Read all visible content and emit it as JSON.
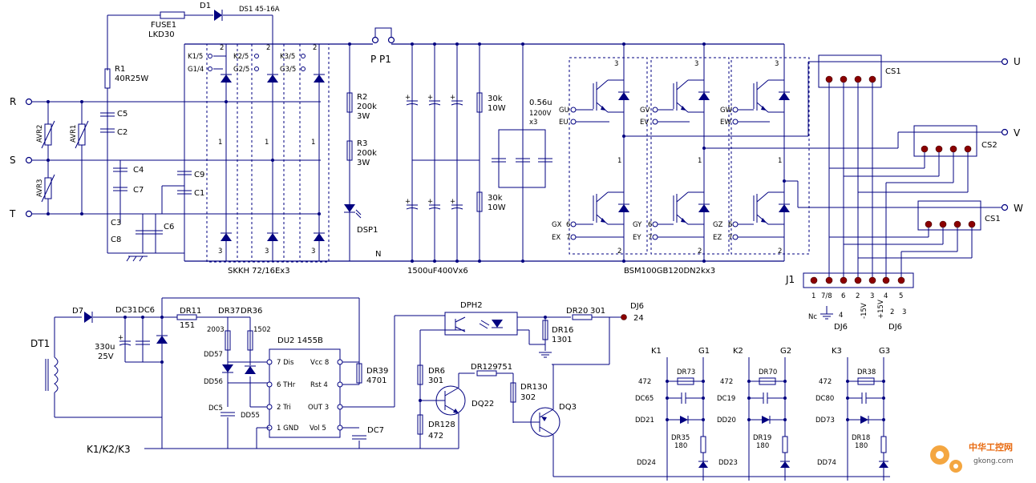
{
  "colors": {
    "wire": "#000080",
    "text": "#000000",
    "connector_pin": "#8b0000",
    "watermark": "#f07f10"
  },
  "power": {
    "inputs": [
      "R",
      "S",
      "T"
    ],
    "outputs": [
      "U",
      "V",
      "W"
    ],
    "fuse": {
      "name": "FUSE1",
      "value": "LKD30"
    },
    "diode": {
      "name": "D1",
      "value": "DS1  45-16A"
    },
    "resistor_r1": {
      "name": "R1",
      "value": "40R25W"
    },
    "varistors": [
      "AVR2",
      "AVR1",
      "AVR3"
    ],
    "caps": [
      "C5",
      "C2",
      "C4",
      "C7",
      "C3",
      "C8",
      "C6",
      "C9",
      "C1"
    ],
    "rectifier_pins": [
      "K1/5",
      "G1/4",
      "K2/5",
      "G2/5",
      "K3/5",
      "G3/5"
    ],
    "rectifier_label": "SKKH  72/16Ex3",
    "bleeders": [
      {
        "name": "R2",
        "value": "200k",
        "power": "3W"
      },
      {
        "name": "R3",
        "value": "200k",
        "power": "3W"
      }
    ],
    "led": "DSP1",
    "terminal_p": "P  P1",
    "node_n": "N",
    "bank_resistors": [
      {
        "value": "30k",
        "power": "10W"
      },
      {
        "value": "30k",
        "power": "10W"
      }
    ],
    "snubber": {
      "value": "0.56u",
      "voltage": "1200V",
      "count": "x3"
    },
    "bank_label": "1500uF400Vx6",
    "igbt_pins_top": [
      "GU",
      "EU",
      "GV",
      "EV",
      "GW",
      "EW"
    ],
    "igbt_pins_bottom": [
      "GX",
      "EX",
      "GY",
      "EY",
      "GZ",
      "EZ"
    ],
    "igbt_label": "BSM100GB120DN2kx3",
    "cs": [
      "CS1",
      "CS2",
      "CS1"
    ],
    "j1": {
      "name": "J1",
      "pins": [
        "1",
        "7/8",
        "6",
        "2",
        "3",
        "4",
        "5"
      ]
    },
    "j1_notes": [
      "Nc",
      "4",
      "-15V",
      "+15V",
      "2",
      "3"
    ],
    "dj6_labels": [
      "DJ6",
      "DJ6"
    ]
  },
  "driver": {
    "transformer": "DT1",
    "diode": "D7",
    "caps_in": [
      "DC31",
      "DC6"
    ],
    "cap_value": [
      "330u",
      "25V"
    ],
    "r11": {
      "name": "DR11",
      "value": "151"
    },
    "r37": {
      "name": "DR37",
      "value": "2003"
    },
    "r36": {
      "name": "DR36",
      "value": "1502"
    },
    "d57": "DD57",
    "d56": "DD56",
    "d55": "DD55",
    "dc5": "DC5",
    "ic": {
      "name": "DU2  1455B",
      "left_pins": [
        "7 Dis",
        "6 THr",
        "2 Tri",
        "1 GND"
      ],
      "right_pins": [
        "Vcc 8",
        "Rst 4",
        "OUT 3",
        "Vol 5"
      ]
    },
    "r39": {
      "name": "DR39",
      "value": "4701"
    },
    "dc7": "DC7",
    "opto": "DPH2",
    "r20": {
      "name": "DR20",
      "value": "301"
    },
    "dj6_out": {
      "name": "DJ6",
      "pin": "24"
    },
    "r16": {
      "name": "DR16",
      "value": "1301"
    },
    "r6": {
      "name": "DR6",
      "value": "301"
    },
    "r129": {
      "name": "DR129",
      "value": "751"
    },
    "r130": {
      "name": "DR130",
      "value": "302"
    },
    "q22": "DQ22",
    "q3": "DQ3",
    "r128": {
      "name": "DR128",
      "value": "472"
    },
    "kline": "K1/K2/K3"
  },
  "gates": [
    {
      "k": "K1",
      "g": "G1",
      "r_val": "472",
      "r_name": "DR73",
      "c": "DC65",
      "d": "DD21",
      "r2": "DR35",
      "r2v": "180",
      "z": "DD24"
    },
    {
      "k": "K2",
      "g": "G2",
      "r_val": "472",
      "r_name": "DR70",
      "c": "DC19",
      "d": "DD20",
      "r2": "DR19",
      "r2v": "180",
      "z": "DD23"
    },
    {
      "k": "K3",
      "g": "G3",
      "r_val": "472",
      "r_name": "DR38",
      "c": "DC80",
      "d": "DD73",
      "r2": "DR18",
      "r2v": "180",
      "z": "DD74"
    }
  ],
  "watermark": {
    "title": "中华工控网",
    "url": "gkong.com"
  }
}
